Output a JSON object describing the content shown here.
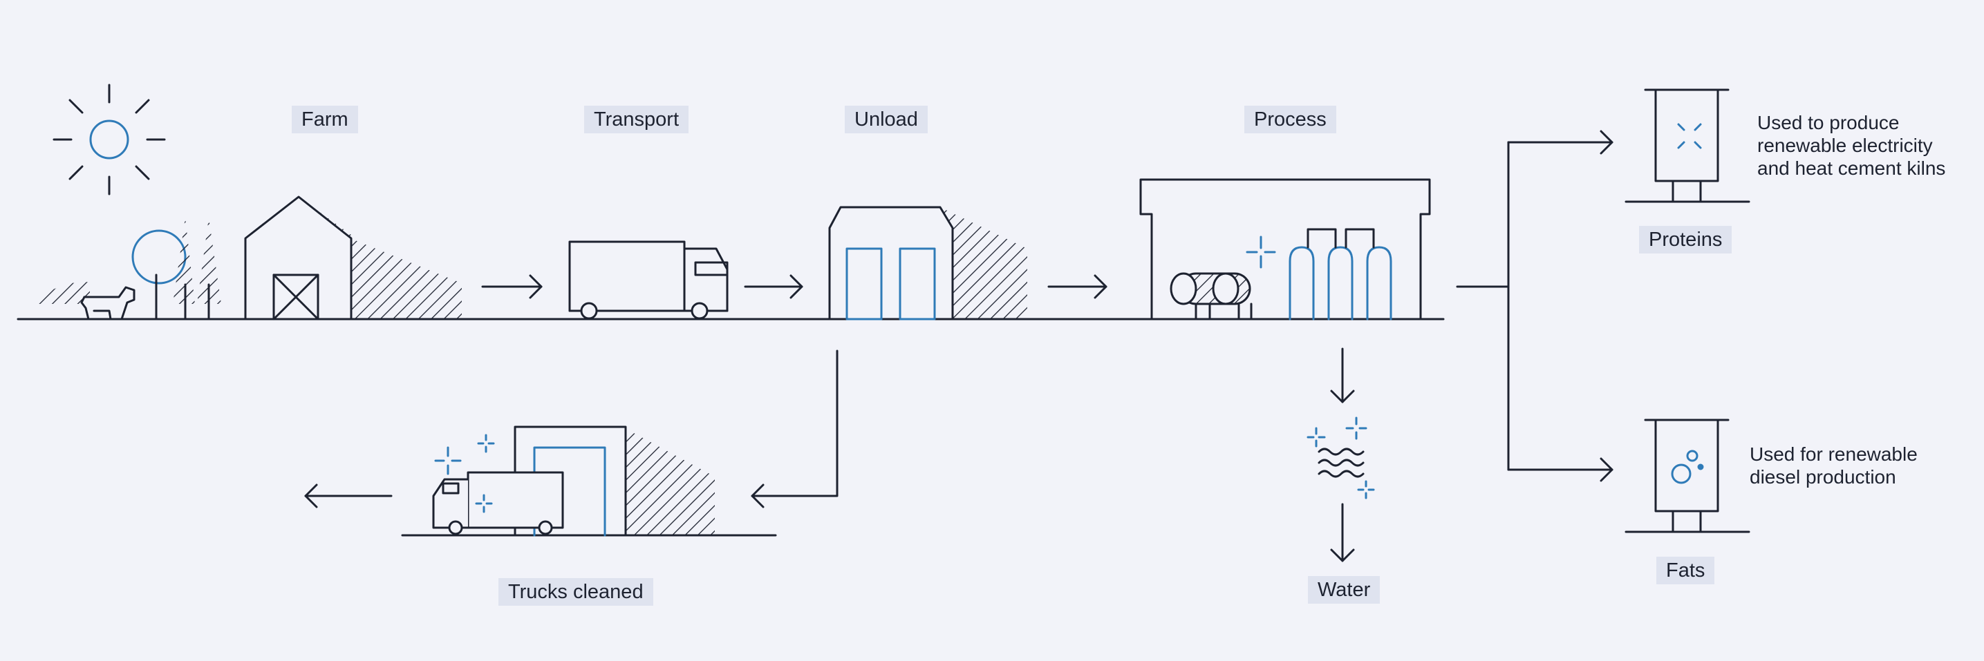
{
  "colors": {
    "background": "#f2f3f9",
    "stroke": "#1d2230",
    "accent": "#2f7bb8",
    "label_bg": "#dfe3ef"
  },
  "stages": {
    "farm": "Farm",
    "transport": "Transport",
    "unload": "Unload",
    "process": "Process",
    "trucks_cleaned": "Trucks cleaned",
    "water": "Water",
    "proteins": "Proteins",
    "fats": "Fats"
  },
  "notes": {
    "proteins": [
      "Used to produce",
      "renewable electricity",
      "and heat cement kilns"
    ],
    "fats": [
      "Used for renewable",
      "diesel production"
    ]
  },
  "icons": [
    "sun-icon",
    "tree-icon",
    "cow-icon",
    "barn-icon",
    "truck-icon",
    "warehouse-icon",
    "factory-icon",
    "tank-icon",
    "silo-icon",
    "water-icon",
    "sparkle-icon",
    "container-icon",
    "arrow-icon"
  ]
}
